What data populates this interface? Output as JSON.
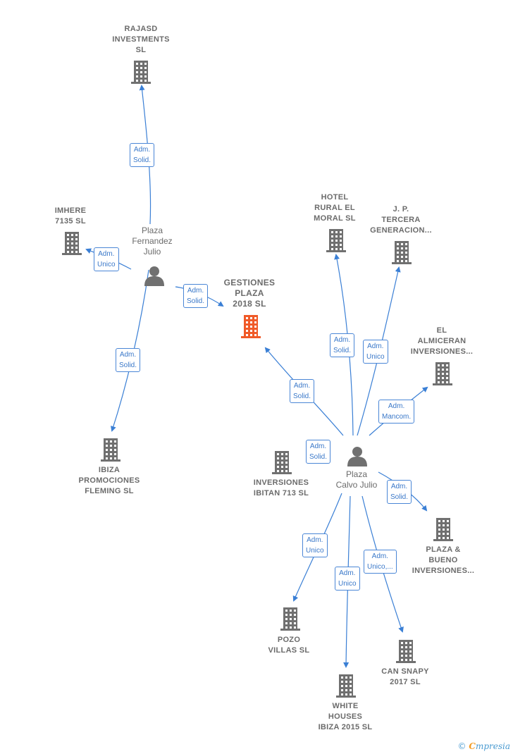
{
  "colors": {
    "edge": "#3a7fd5",
    "icon": "#707070",
    "main_icon": "#f05a28",
    "label_border": "#4a86d6"
  },
  "nodes": {
    "gestiones": {
      "label": "GESTIONES\nPLAZA\n2018  SL"
    },
    "rajasd": {
      "label": "RAJASD\nINVESTMENTS\nSL"
    },
    "imhere": {
      "label": "IMHERE\n7135  SL"
    },
    "ibiza": {
      "label": "IBIZA\nPROMOCIONES\nFLEMING  SL"
    },
    "hotel": {
      "label": "HOTEL\nRURAL EL\nMORAL  SL"
    },
    "jp": {
      "label": "J.  P.\nTERCERA\nGENERACION..."
    },
    "almiceran": {
      "label": "EL\nALMICERAN\nINVERSIONES..."
    },
    "inversiones": {
      "label": "INVERSIONES\nIBITAN 713  SL"
    },
    "plazabueno": {
      "label": "PLAZA &\nBUENO\nINVERSIONES..."
    },
    "pozo": {
      "label": "POZO\nVILLAS  SL"
    },
    "white": {
      "label": "WHITE\nHOUSES\nIBIZA 2015  SL"
    },
    "cansnapy": {
      "label": "CAN SNAPY\n2017  SL"
    }
  },
  "persons": {
    "fernandez": {
      "label": "Plaza\nFernandez\nJulio"
    },
    "calvo": {
      "label": "Plaza\nCalvo Julio"
    }
  },
  "edges": {
    "e1": {
      "label": "Adm.\nSolid."
    },
    "e2": {
      "label": "Adm.\nUnico"
    },
    "e3": {
      "label": "Adm.\nSolid."
    },
    "e4": {
      "label": "Adm.\nSolid."
    },
    "e5": {
      "label": "Adm.\nSolid."
    },
    "e6": {
      "label": "Adm.\nSolid."
    },
    "e7": {
      "label": "Adm.\nUnico"
    },
    "e8": {
      "label": "Adm.\nMancom."
    },
    "e9": {
      "label": "Adm.\nSolid."
    },
    "e10": {
      "label": "Adm.\nSolid."
    },
    "e11": {
      "label": "Adm.\nUnico"
    },
    "e12": {
      "label": "Adm.\nUnico"
    },
    "e13": {
      "label": "Adm.\nUnico,..."
    }
  },
  "footer": {
    "copyright": "©",
    "brand_initial": "C",
    "brand_rest": "mpresia"
  }
}
